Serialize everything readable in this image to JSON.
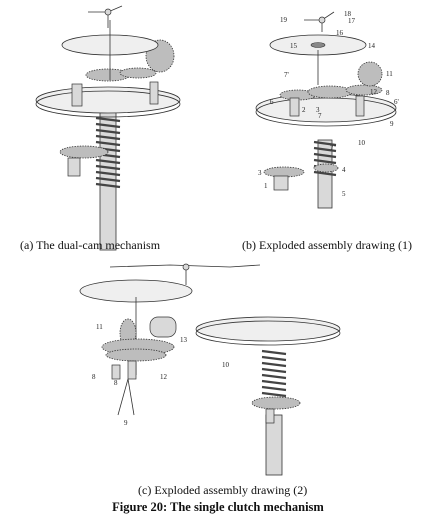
{
  "panels": [
    {
      "id": "a",
      "caption": "(a) The dual-cam mechanism",
      "labels": []
    },
    {
      "id": "b",
      "caption": "(b) Exploded assembly drawing (1)",
      "labels": [
        "19",
        "18",
        "17",
        "16",
        "15",
        "14",
        "7'",
        "11",
        "6",
        "12",
        "8",
        "6'",
        "2",
        "3",
        "9",
        "7",
        "10",
        "7''",
        "3",
        "4",
        "1",
        "5"
      ]
    },
    {
      "id": "c",
      "caption": "(c) Exploded assembly drawing (2)",
      "labels": [
        "11",
        "13",
        "8",
        "8",
        "12",
        "10",
        "9"
      ]
    }
  ],
  "figure_title": "Figure 20: The single clutch mechanism"
}
